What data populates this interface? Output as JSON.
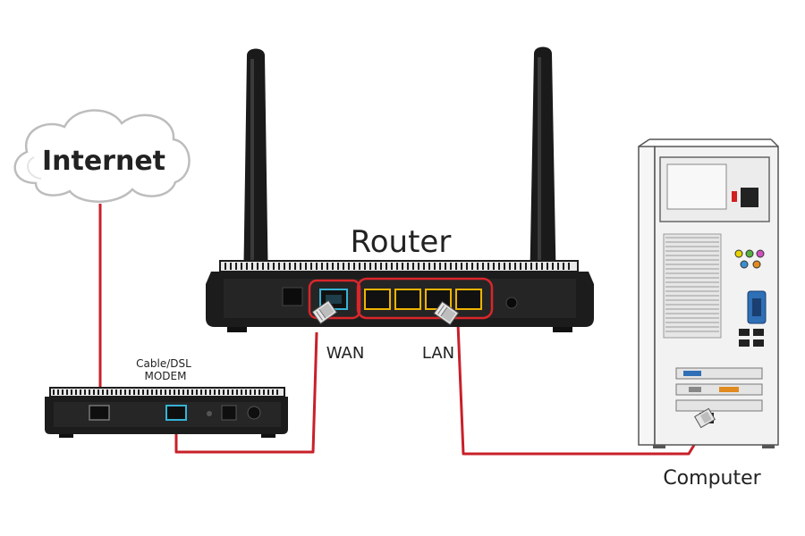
{
  "labels": {
    "internet": "Internet",
    "router": "Router",
    "modem_line1": "Cable/DSL",
    "modem_line2": "MODEM",
    "wan": "WAN",
    "lan": "LAN",
    "computer": "Computer"
  },
  "colors": {
    "cable": "#c8202a",
    "device_body": "#1c1c1c",
    "port_highlight": "#d8262c",
    "lan_port": "#f0b400",
    "wan_port": "#36b3d6",
    "tower": "#f2f2f2"
  }
}
